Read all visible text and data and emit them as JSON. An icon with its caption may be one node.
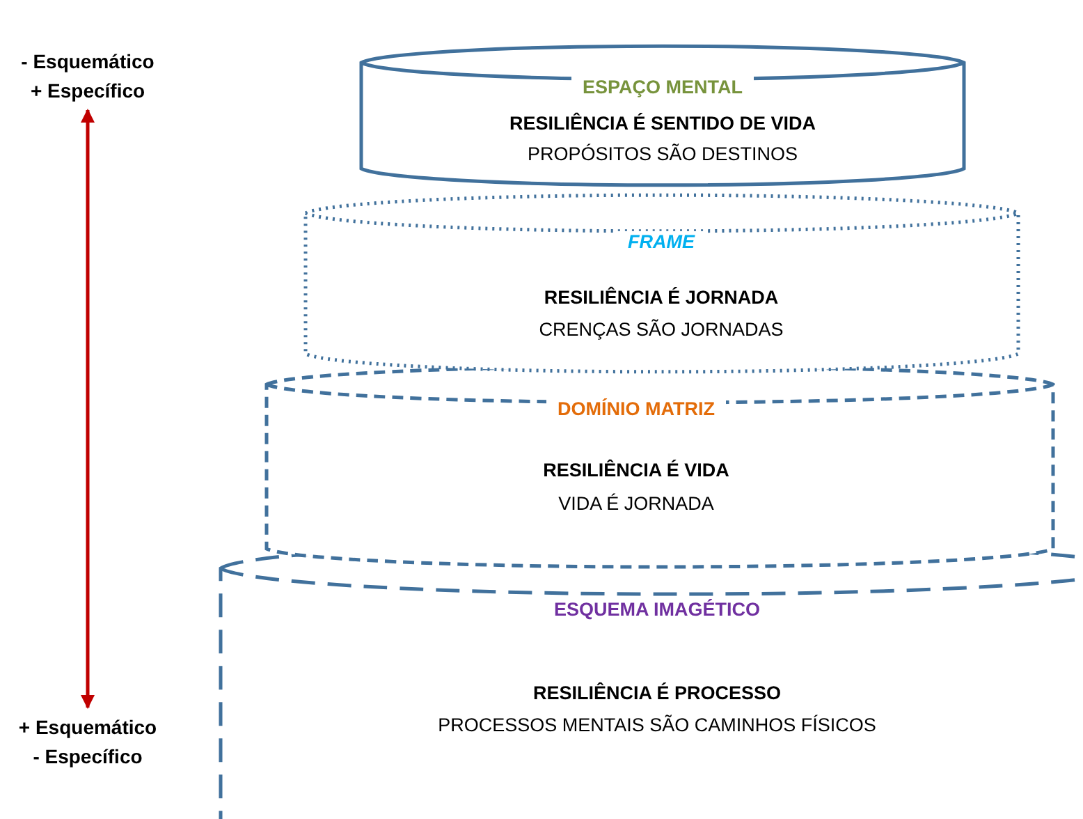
{
  "diagram": {
    "nodes": [
      {
        "text": [
          "ESPAÇO MENTAL",
          "RESILIÊNCIA É SENTIDO DE VIDA",
          "PROPÓSITOS SÃO DESTINOS"
        ]
      },
      {
        "text": [
          "FRAME",
          "RESILIÊNCIA É JORNADA",
          "CRENÇAS SÃO JORNADAS"
        ]
      },
      {
        "text": [
          "DOMÍNIO MATRIZ",
          "RESILIÊNCIA É VIDA",
          "VIDA É JORNADA"
        ]
      },
      {
        "text": [
          "ESQUEMA IMAGÉTICO",
          "RESILIÊNCIA É PROCESSO",
          "PROCESSOS MENTAIS SÃO CAMINHOS FÍSICOS"
        ]
      },
      {
        "text": [
          "- Esquemático",
          "+ Específico"
        ]
      },
      {
        "text": [
          "+ Esquemático",
          "- Específico"
        ]
      }
    ],
    "edges": [
      {
        "from": 4,
        "to": 5,
        "arrow": "both",
        "color": "#c00000"
      }
    ]
  }
}
